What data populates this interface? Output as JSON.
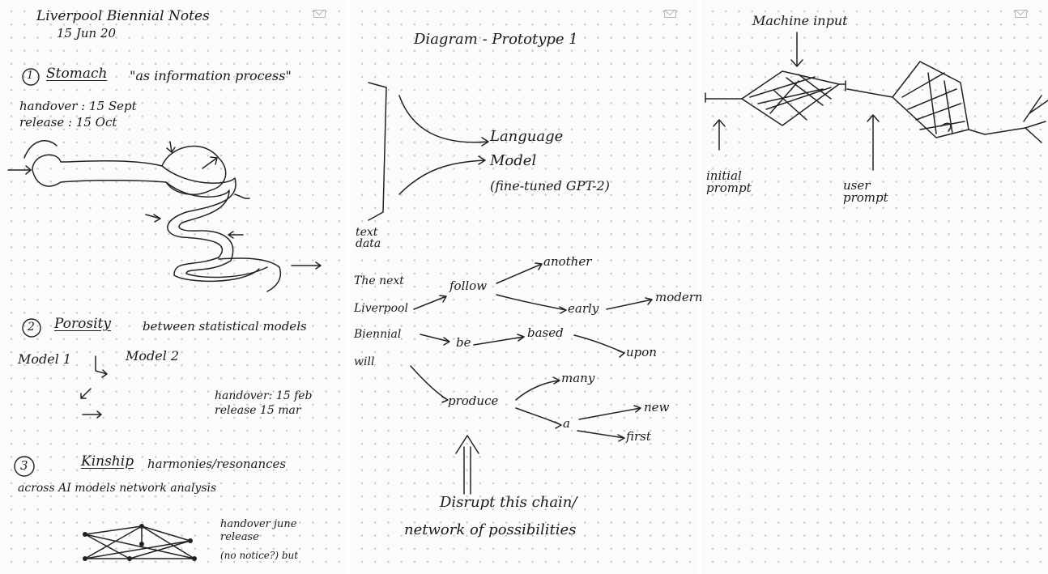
{
  "page1": {
    "title": "Liverpool Biennial Notes",
    "date": "15 Jun 20",
    "item1": {
      "number": "1",
      "heading": "Stomach",
      "subheading": "\"as information process\"",
      "handover": "handover : 15 Sept",
      "release": "release : 15 Oct"
    },
    "item2": {
      "number": "2",
      "heading": "Porosity",
      "subheading": "between statistical models",
      "model1": "Model 1",
      "model2": "Model 2",
      "handover": "handover: 15 feb",
      "release": "release 15 mar"
    },
    "item3": {
      "number": "3",
      "heading": "Kinship",
      "subheading": "harmonies/resonances",
      "line": "across AI models network analysis",
      "handover": "handover june",
      "release": "release",
      "note": "(no notice?) but"
    }
  },
  "page2": {
    "title": "Diagram - Prototype 1",
    "model_label_1": "Language",
    "model_label_2": "Model",
    "model_label_3": "(fine-tuned GPT-2)",
    "data_label": "text data",
    "sentence": [
      "The next",
      "Liverpool",
      "Biennial",
      "will"
    ],
    "words": {
      "follow": "follow",
      "another": "another",
      "early": "early",
      "modern": "modern",
      "be": "be",
      "based": "based",
      "upon": "upon",
      "produce": "produce",
      "many": "many",
      "a": "a",
      "new": "new",
      "first": "first"
    },
    "caption": [
      "Disrupt this chain/",
      "network of possibilities"
    ]
  },
  "page3": {
    "machine_input": "Machine input",
    "initial_prompt": "initial prompt",
    "user_prompt": "user prompt"
  },
  "icons": {
    "mail": "mail-icon"
  }
}
